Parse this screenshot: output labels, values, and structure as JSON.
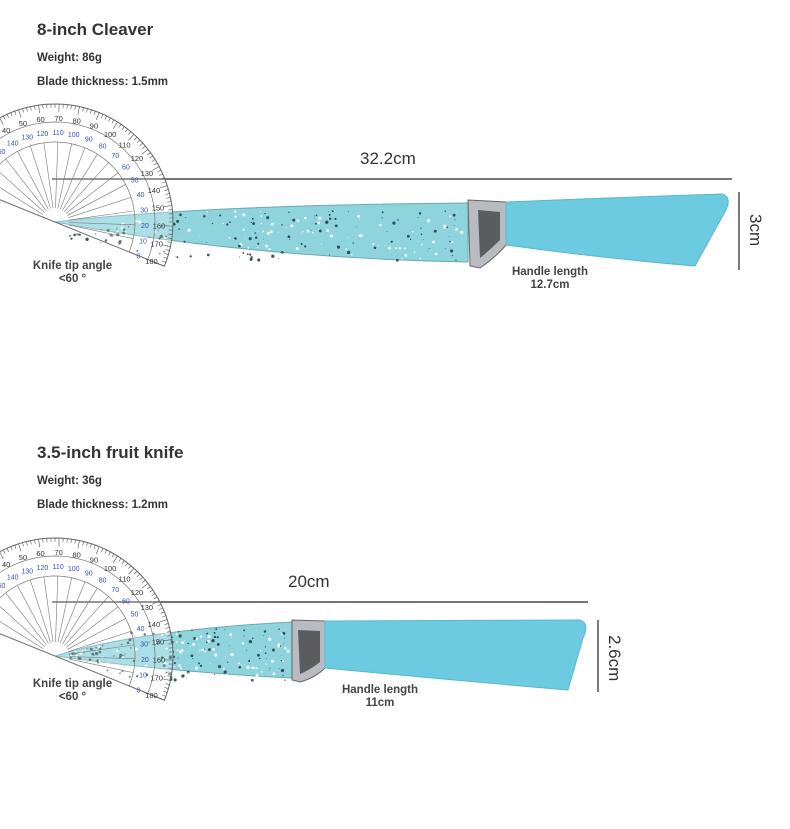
{
  "knives": [
    {
      "title": "8-inch Cleaver",
      "weight": "Weight: 86g",
      "thickness": "Blade thickness: 1.5mm",
      "length": "32.2cm",
      "width": "3cm",
      "tip_label": "Knife tip angle",
      "tip_value": "<60 °",
      "handle_label": "Handle length",
      "handle_value": "12.7cm"
    },
    {
      "title": "3.5-inch fruit knife",
      "weight": "Weight: 36g",
      "thickness": "Blade thickness: 1.2mm",
      "length": "20cm",
      "width": "2.6cm",
      "tip_label": "Knife tip angle",
      "tip_value": "<60 °",
      "handle_label": "Handle length",
      "handle_value": "11cm"
    }
  ],
  "colors": {
    "blade": "#8fd3dc",
    "handle": "#6ccbe0",
    "bolster": "#b8bcc0",
    "text": "#333333",
    "protractor_blue": "#3a4fb5"
  }
}
